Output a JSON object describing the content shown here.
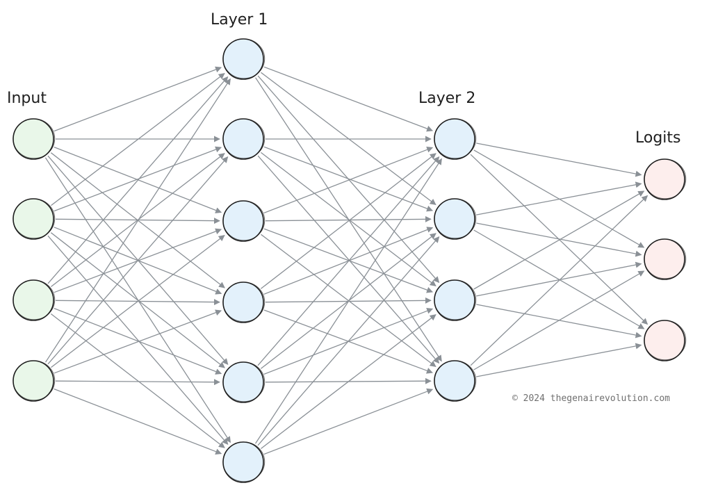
{
  "layers": [
    {
      "label": "Input",
      "size": 4,
      "fill": "#e9f7e9",
      "stroke": "#3aa83a"
    },
    {
      "label": "Layer 1",
      "size": 6,
      "fill": "#e3f1fb",
      "stroke": "#1e1e1e"
    },
    {
      "label": "Layer 2",
      "size": 4,
      "fill": "#e3f1fb",
      "stroke": "#1e1e1e"
    },
    {
      "label": "Logits",
      "size": 3,
      "fill": "#fdeeed",
      "stroke": "#1e1e1e"
    }
  ],
  "copyright": "© 2024 thegenairevolution.com",
  "colors": {
    "edge": "#8a9096",
    "label": "#1e1e1e"
  }
}
